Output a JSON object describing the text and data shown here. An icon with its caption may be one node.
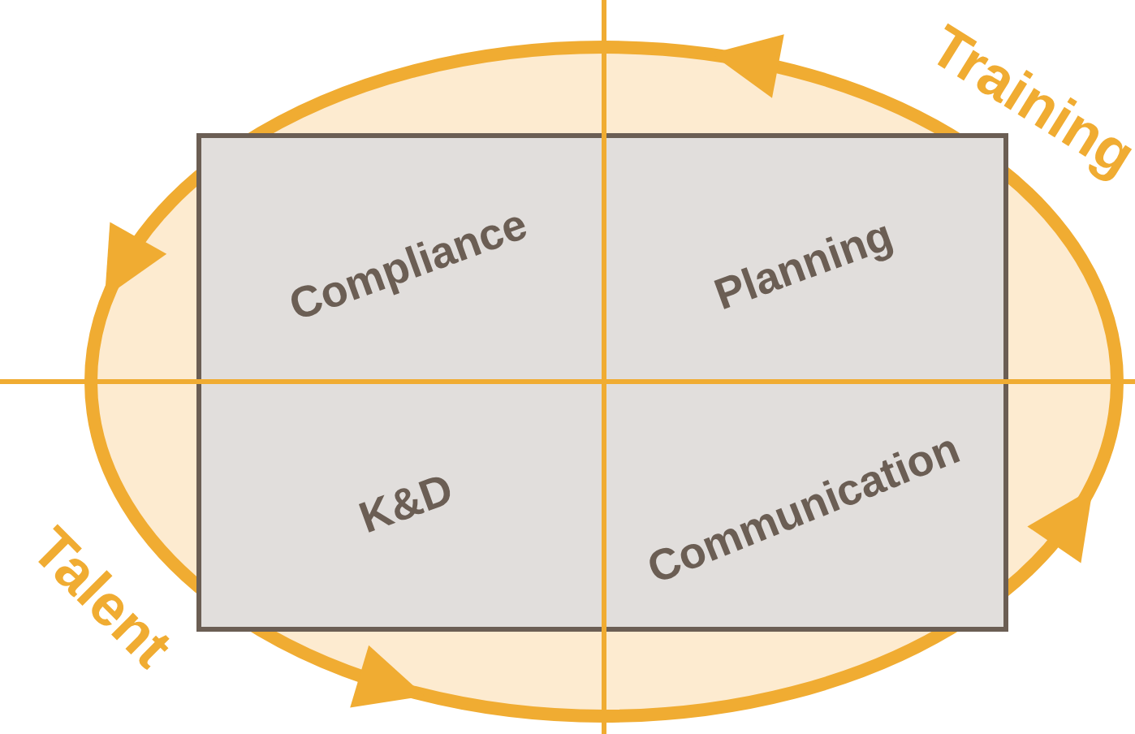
{
  "diagram": {
    "nodes": [
      {
        "text": [
          "Compliance"
        ]
      },
      {
        "text": [
          "Planning"
        ]
      },
      {
        "text": [
          "K&D"
        ]
      },
      {
        "text": [
          "Communication"
        ]
      }
    ],
    "labels": [
      "Training",
      "Talent"
    ]
  }
}
